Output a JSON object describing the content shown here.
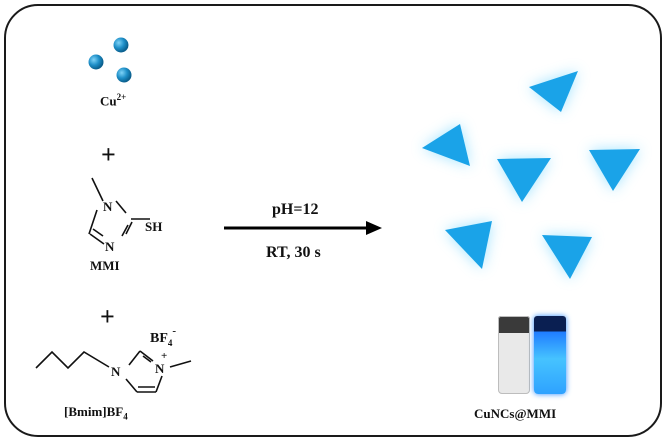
{
  "labels": {
    "cu": "Cu",
    "cu_sup": "2+",
    "plus": "+",
    "mmi": "MMI",
    "bmim_prefix": "[Bmim]BF",
    "bmim_sub": "4",
    "condition_top": "pH=12",
    "condition_bottom": "RT, 30 s",
    "product": "CuNCs@MMI"
  },
  "mmi_atoms": {
    "n1": "N",
    "n2": "N",
    "sh": "SH"
  },
  "bmim_atoms": {
    "n1": "N",
    "n2": "N",
    "charge": "+",
    "anion": "BF",
    "anion_sub": "4",
    "anion_charge": "-"
  },
  "colors": {
    "atom_sphere": "#1e8fc8",
    "nanocluster": "#1aa3e8",
    "glow": "#9fe3ff",
    "arrow": "#000000",
    "border": "#1a1a1a"
  },
  "icons": [
    "copper-ion-sphere",
    "nanocluster-triangle",
    "reaction-arrow",
    "vial-photo"
  ]
}
